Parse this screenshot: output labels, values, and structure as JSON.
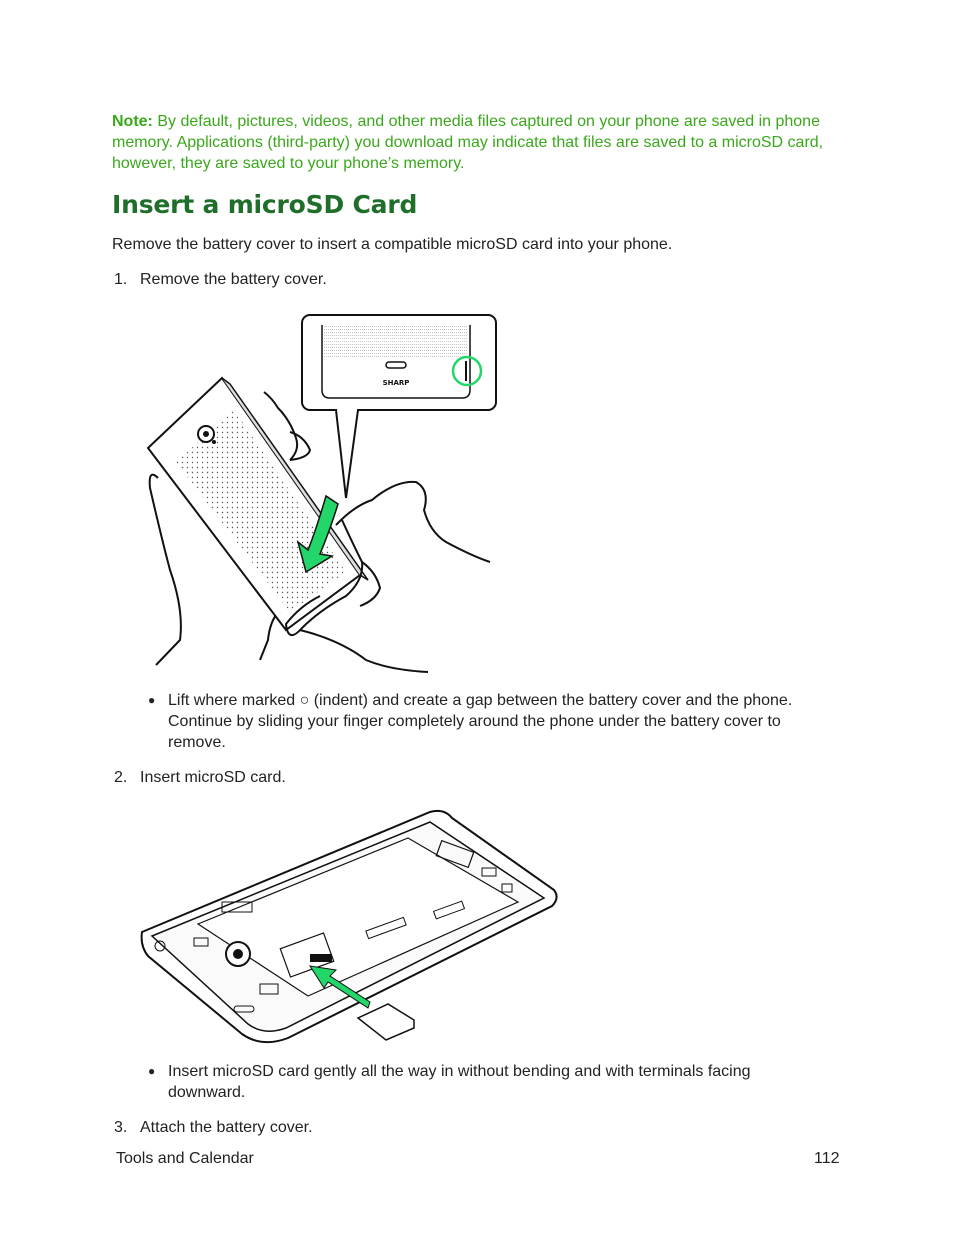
{
  "note": {
    "label": "Note:",
    "text": " By default, pictures, videos, and other media files captured on your phone are saved in phone memory. Applications (third-party) you download may indicate that files are saved to a microSD card, however, they are saved to your phone’s memory."
  },
  "heading": "Insert a microSD Card",
  "intro": "Remove the battery cover to insert a compatible microSD card into your phone.",
  "steps": [
    {
      "num": "1.",
      "text": "Remove the battery cover."
    },
    {
      "num": "2.",
      "text": "Insert microSD card."
    },
    {
      "num": "3.",
      "text": "Attach the battery cover."
    }
  ],
  "bullets": [
    "Lift where marked ○ (indent) and create a gap between the battery cover and the phone. Continue by sliding your finger completely around the phone under the battery cover to remove.",
    "Insert microSD card gently all the way in without bending and with terminals facing downward."
  ],
  "figure_text": {
    "brand": "SHARP"
  },
  "footer": {
    "section": "Tools and Calendar",
    "page": "112"
  },
  "colors": {
    "note": "#3aa81b",
    "heading": "#1f6e2a",
    "arrow": "#22d66a"
  }
}
